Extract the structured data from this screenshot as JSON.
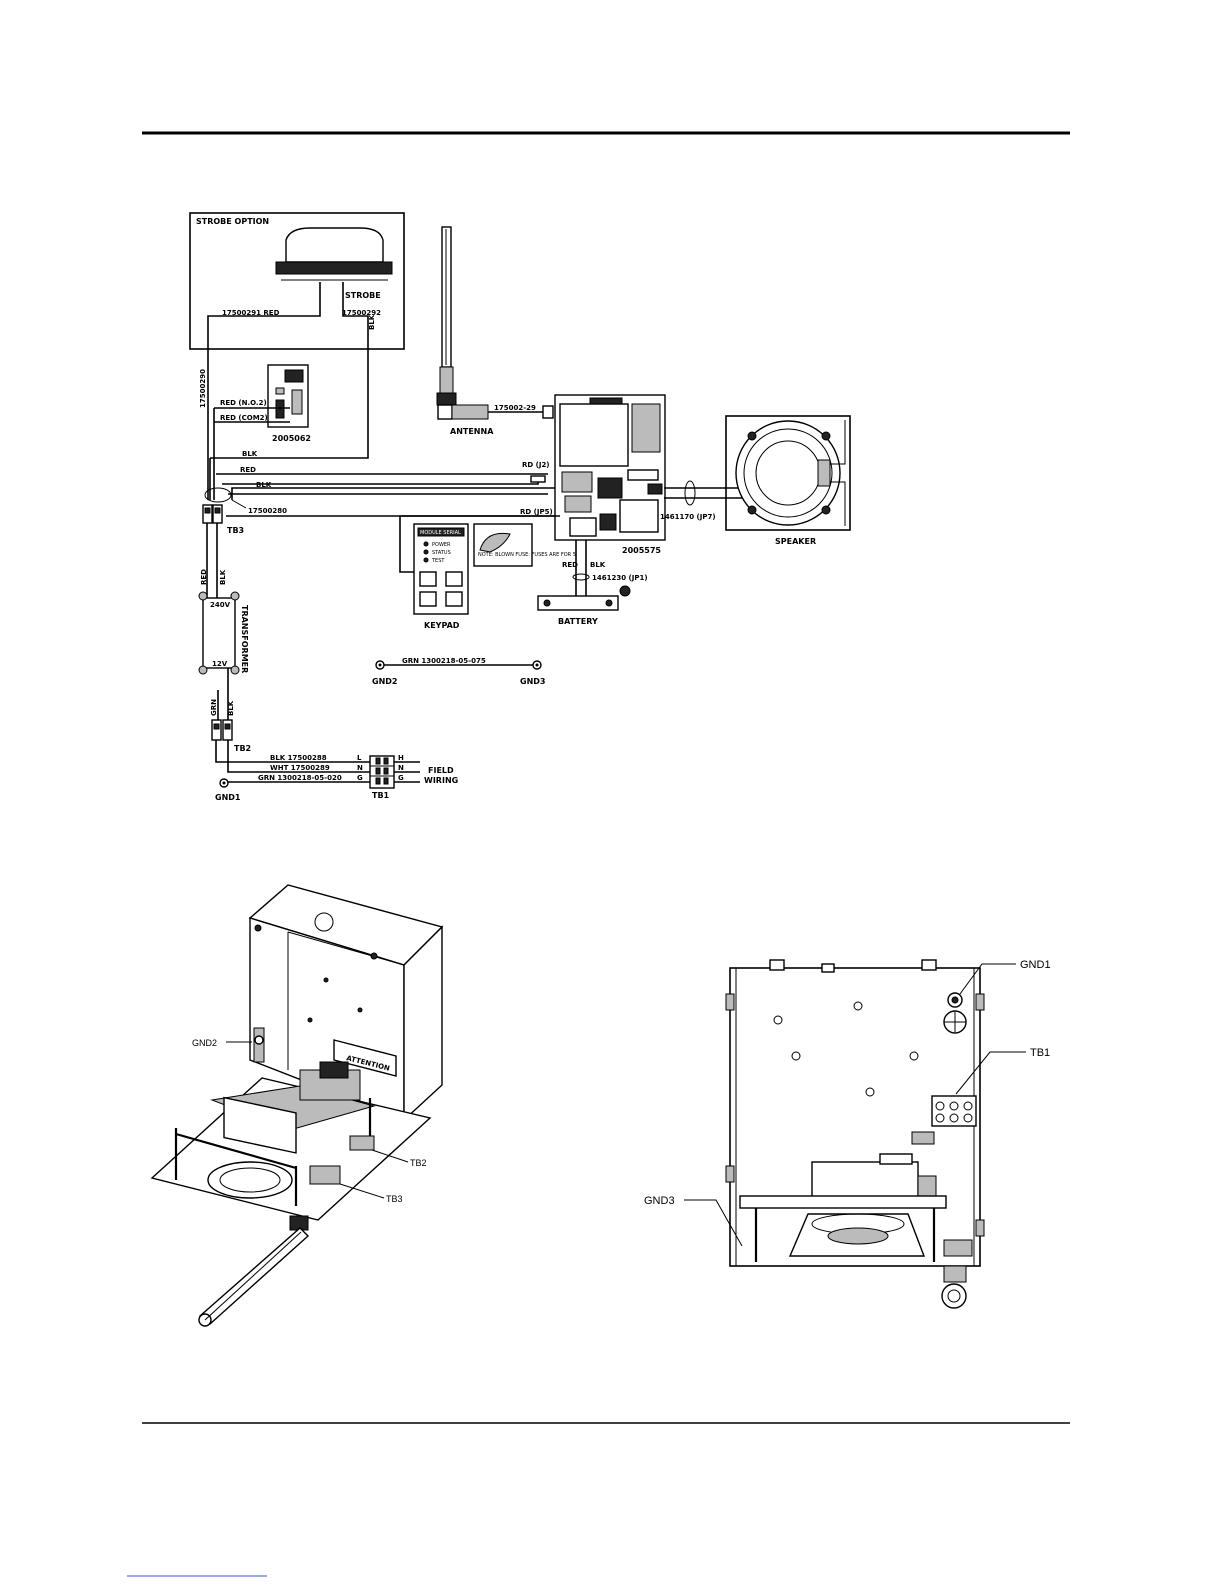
{
  "wiring": {
    "strobe_option_title": "STROBE OPTION",
    "strobe_label": "STROBE",
    "strobe_wire_red": "17500291  RED",
    "strobe_wire_blk": "17500292",
    "strobe_wire_blk_color": "BLK",
    "strobe_cable_vertical": "17500290",
    "relay_label": "2005062",
    "relay_wire_no2": "RED (N.O.2)",
    "relay_wire_com2": "RED (COM2)",
    "wire_blk_1": "BLK",
    "wire_red_1": "RED",
    "wire_blk_2": "BLK",
    "jumper_j2": "RD (J2)",
    "jumper_jp5": "RD (JP5)",
    "cable_17500280": "17500280",
    "tb3_label": "TB3",
    "transformer_label": "TRANSFORMER",
    "transformer_top": "240V",
    "transformer_bottom": "12V",
    "xfmr_wire_red": "RED",
    "xfmr_wire_blk": "BLK",
    "xfmr_wire_grn": "GRN",
    "xfmr_wire_blk2": "BLK",
    "tb2_label": "TB2",
    "field_wire_blk": "BLK  17500288",
    "field_wire_wht": "WHT  17500289",
    "field_wire_grn": "GRN  1300218-05-020",
    "term_l": "L",
    "term_n": "N",
    "term_g": "G",
    "term_h2": "H",
    "term_n2": "N",
    "term_g2": "G",
    "tb1_label": "TB1",
    "gnd1_label": "GND1",
    "field_wiring_line1": "FIELD",
    "field_wiring_line2": "WIRING",
    "gnd_wire": "GRN  1300218-05-075",
    "gnd2_label": "GND2",
    "gnd3_label": "GND3",
    "antenna_label": "ANTENNA",
    "antenna_cable": "175002-29",
    "controller_label": "2005575",
    "speaker_cable": "1461170 (JP7)",
    "speaker_label": "SPEAKER",
    "battery_wire_red": "RED",
    "battery_wire_blk": "BLK",
    "battery_cable": "1461230 (JP1)",
    "battery_label": "BATTERY",
    "keypad_label": "KEYPAD",
    "fuse_note": "NOTE: BLOWN FUSE: FUSES ARE FOR 5",
    "keypad_header": "MODULE SERIAL",
    "keypad_leds": [
      "POWER",
      "STATUS",
      "TEST"
    ]
  },
  "views": {
    "iso_gnd2": "GND2",
    "iso_tb2": "TB2",
    "iso_tb3": "TB3",
    "iso_plate": "ATTENTION",
    "front_gnd1": "GND1",
    "front_tb1": "TB1",
    "front_gnd3": "GND3"
  }
}
